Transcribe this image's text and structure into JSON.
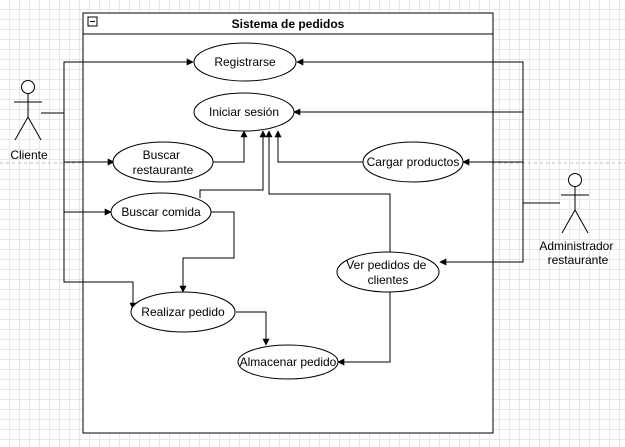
{
  "system": {
    "title": "Sistema de pedidos",
    "collapse_glyph": "−"
  },
  "actors": {
    "cliente": {
      "label": "Cliente"
    },
    "administrador": {
      "label_lines": [
        "Administrador",
        "restaurante"
      ]
    }
  },
  "use_cases": {
    "registrarse": {
      "lines": [
        "Registrarse"
      ]
    },
    "iniciar_sesion": {
      "lines": [
        "Iniciar sesión"
      ]
    },
    "buscar_restaurante": {
      "lines": [
        "Buscar",
        "restaurante"
      ]
    },
    "cargar_productos": {
      "lines": [
        "Cargar productos"
      ]
    },
    "buscar_comida": {
      "lines": [
        "Buscar comida"
      ]
    },
    "ver_pedidos": {
      "lines": [
        "Ver pedidos de",
        "clientes"
      ]
    },
    "realizar_pedido": {
      "lines": [
        "Realizar pedido"
      ]
    },
    "almacenar_pedido": {
      "lines": [
        "Almacenar pedido"
      ]
    }
  },
  "colors": {
    "stroke": "#000000",
    "fill": "#ffffff",
    "grid": "#e8e8e8"
  }
}
